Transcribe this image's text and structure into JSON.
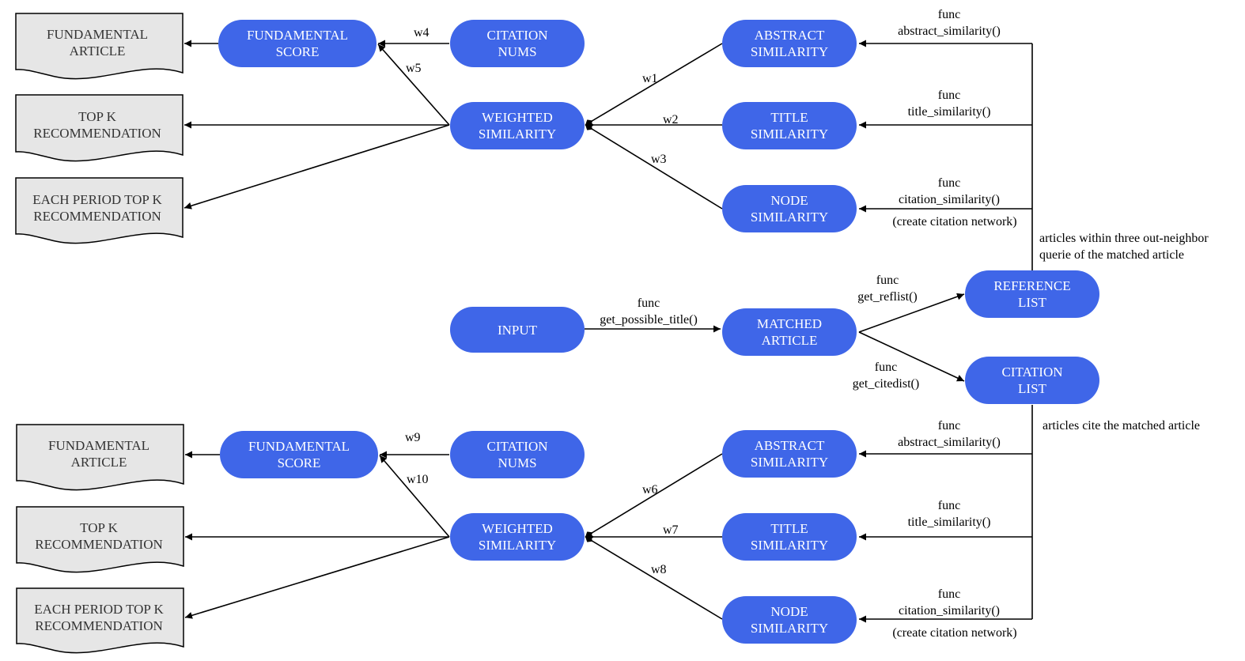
{
  "colors": {
    "node_fill": "#3f66e8",
    "doc_fill": "#e6e6e6",
    "edge": "#000000"
  },
  "nodes": {
    "input": [
      "INPUT"
    ],
    "matched_article": [
      "MATCHED",
      "ARTICLE"
    ],
    "reference_list": [
      "REFERENCE",
      "LIST"
    ],
    "citation_list": [
      "CITATION",
      "LIST"
    ],
    "top": {
      "fundamental_score": [
        "FUNDAMENTAL",
        "SCORE"
      ],
      "citation_nums": [
        "CITATION",
        "NUMS"
      ],
      "weighted_similarity": [
        "WEIGHTED",
        "SIMILARITY"
      ],
      "abstract_similarity": [
        "ABSTRACT",
        "SIMILARITY"
      ],
      "title_similarity": [
        "TITLE",
        "SIMILARITY"
      ],
      "node_similarity": [
        "NODE",
        "SIMILARITY"
      ]
    },
    "bottom": {
      "fundamental_score": [
        "FUNDAMENTAL",
        "SCORE"
      ],
      "citation_nums": [
        "CITATION",
        "NUMS"
      ],
      "weighted_similarity": [
        "WEIGHTED",
        "SIMILARITY"
      ],
      "abstract_similarity": [
        "ABSTRACT",
        "SIMILARITY"
      ],
      "title_similarity": [
        "TITLE",
        "SIMILARITY"
      ],
      "node_similarity": [
        "NODE",
        "SIMILARITY"
      ]
    }
  },
  "outputs": {
    "top": {
      "fundamental_article": [
        "FUNDAMENTAL",
        "ARTICLE"
      ],
      "top_k": [
        "TOP K",
        "RECOMMENDATION"
      ],
      "each_period": [
        "EACH PERIOD TOP K",
        "RECOMMENDATION"
      ]
    },
    "bottom": {
      "fundamental_article": [
        "FUNDAMENTAL",
        "ARTICLE"
      ],
      "top_k": [
        "TOP K",
        "RECOMMENDATION"
      ],
      "each_period": [
        "EACH PERIOD TOP K",
        "RECOMMENDATION"
      ]
    }
  },
  "weights": {
    "w1": "w1",
    "w2": "w2",
    "w3": "w3",
    "w4": "w4",
    "w5": "w5",
    "w6": "w6",
    "w7": "w7",
    "w8": "w8",
    "w9": "w9",
    "w10": "w10"
  },
  "functions": {
    "get_possible_title": [
      "func",
      "get_possible_title()"
    ],
    "get_reflist": [
      "func",
      "get_reflist()"
    ],
    "get_citedist": [
      "func",
      "get_citedist()"
    ],
    "top_abstract": [
      "func",
      "abstract_similarity()"
    ],
    "top_title": [
      "func",
      "title_similarity()"
    ],
    "top_citation": [
      "func",
      "citation_similarity()"
    ],
    "top_citation_note": "(create citation network)",
    "bottom_abstract": [
      "func",
      "abstract_similarity()"
    ],
    "bottom_title": [
      "func",
      "title_similarity()"
    ],
    "bottom_citation": [
      "func",
      "citation_similarity()"
    ],
    "bottom_citation_note": "(create citation network)"
  },
  "notes": {
    "reference_scope": [
      "articles within three out-neighbor",
      "querie of the matched article"
    ],
    "citation_scope": "articles cite the matched article"
  }
}
